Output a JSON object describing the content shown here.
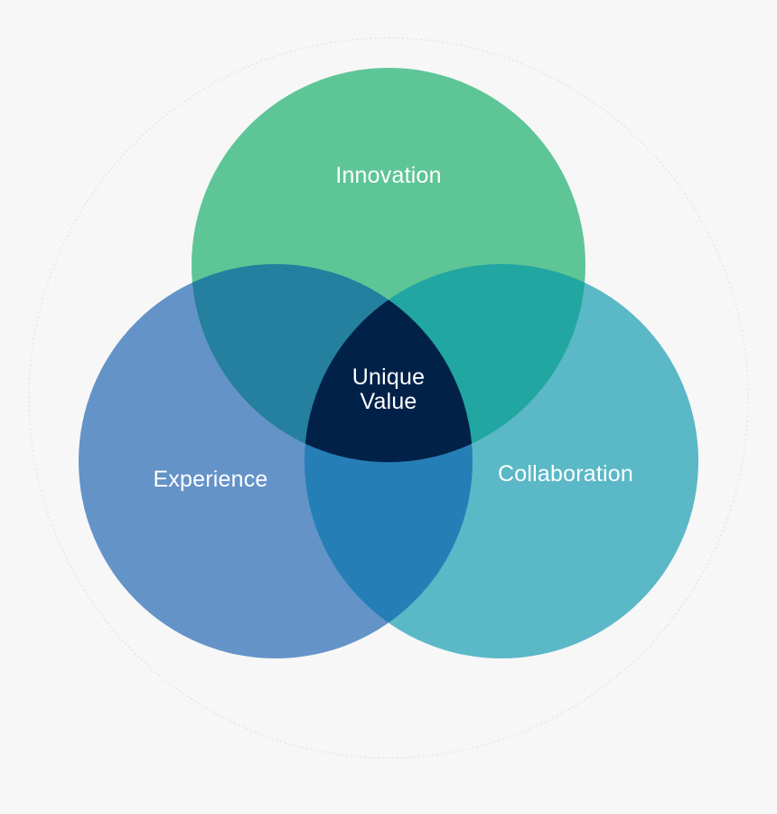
{
  "diagram": {
    "sets": [
      {
        "id": "innovation",
        "label": "Innovation",
        "color": "#5ec597"
      },
      {
        "id": "experience",
        "label": "Experience",
        "color": "#6493c8"
      },
      {
        "id": "collaboration",
        "label": "Collaboration",
        "color": "#5bb8c6"
      }
    ],
    "intersections": {
      "innovation_experience": {
        "color": "#257f9f"
      },
      "innovation_collaboration": {
        "color": "#21a6a1"
      },
      "experience_collaboration": {
        "color": "#267eb6"
      },
      "all": {
        "label_line1": "Unique",
        "label_line2": "Value",
        "color": "#022149"
      }
    },
    "background_color": "#f7f7f8",
    "outline_color": "#e2e2e4"
  }
}
